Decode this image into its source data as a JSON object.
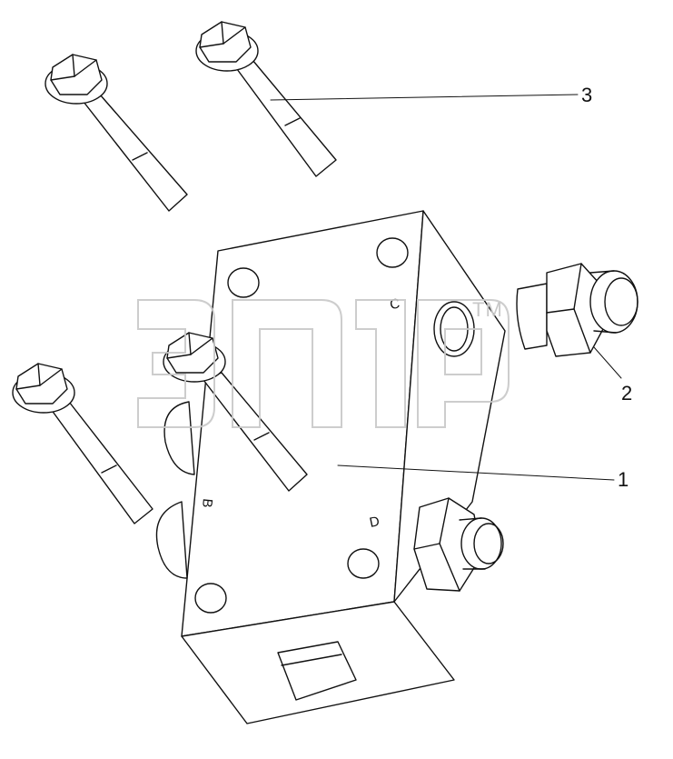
{
  "callouts": {
    "c1": "1",
    "c2": "2",
    "c3": "3"
  },
  "ports": {
    "b": "B",
    "c": "C",
    "d": "D"
  },
  "watermark": {
    "logo_text": "элф",
    "tm": "TM"
  },
  "colors": {
    "line": "#111111",
    "watermark": "#c8c8c8"
  }
}
